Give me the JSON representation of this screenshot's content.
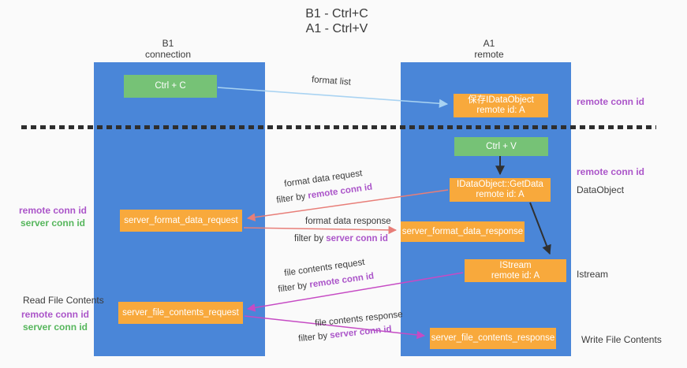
{
  "title": {
    "line1": "B1 - Ctrl+C",
    "line2": "A1 - Ctrl+V"
  },
  "lanes": {
    "left": {
      "title": "B1",
      "subtitle": "connection"
    },
    "right": {
      "title": "A1",
      "subtitle": "remote"
    }
  },
  "nodes": {
    "ctrl_c": {
      "label": "Ctrl + C"
    },
    "save_idataobject": {
      "line1": "保存IDataObject",
      "line2": "remote id: A"
    },
    "ctrl_v": {
      "label": "Ctrl + V"
    },
    "getdata": {
      "line1": "IDataObject::GetData",
      "line2": "remote id: A"
    },
    "server_format_data_request": {
      "label": "server_format_data_request"
    },
    "server_format_data_response": {
      "label": "server_format_data_response"
    },
    "istream": {
      "line1": "IStream",
      "line2": "remote id: A"
    },
    "server_file_contents_request": {
      "label": "server_file_contents_request"
    },
    "server_file_contents_response": {
      "label": "server_file_contents_response"
    }
  },
  "edge_labels": {
    "format_list": "format list",
    "format_data_request": "format data request",
    "format_data_request_filter": {
      "prefix": "filter by ",
      "id": "remote conn id"
    },
    "format_data_response": "format data response",
    "format_data_response_filter": {
      "prefix": "filter by ",
      "id": "server conn id"
    },
    "file_contents_request": "file contents request",
    "file_contents_request_filter": {
      "prefix": "filter by ",
      "id": "remote conn id"
    },
    "file_contents_response": "file contents response",
    "file_contents_response_filter": {
      "prefix": "filter by ",
      "id": "server conn id"
    }
  },
  "side_labels": {
    "right_remote_conn_id_top": "remote conn id",
    "right_remote_conn_id_mid": "remote conn id",
    "right_dataobject": "DataObject",
    "right_istream": "Istream",
    "right_write_file_contents": "Write File Contents",
    "left_remote_conn_id_format": "remote conn id",
    "left_server_conn_id_format": "server conn id",
    "left_read_file_contents": "Read File Contents",
    "left_remote_conn_id_file": "remote conn id",
    "left_server_conn_id_file": "server conn id"
  },
  "colors": {
    "lane_blue": "#4a86d8",
    "node_orange": "#f8a93c",
    "node_green": "#76c276",
    "arrow_lightblue": "#a9d3f2",
    "arrow_salmon": "#e87e78",
    "arrow_magenta": "#c64bc4",
    "arrow_black": "#303030",
    "label_purple": "#ab55c9",
    "label_green": "#56b65c"
  }
}
